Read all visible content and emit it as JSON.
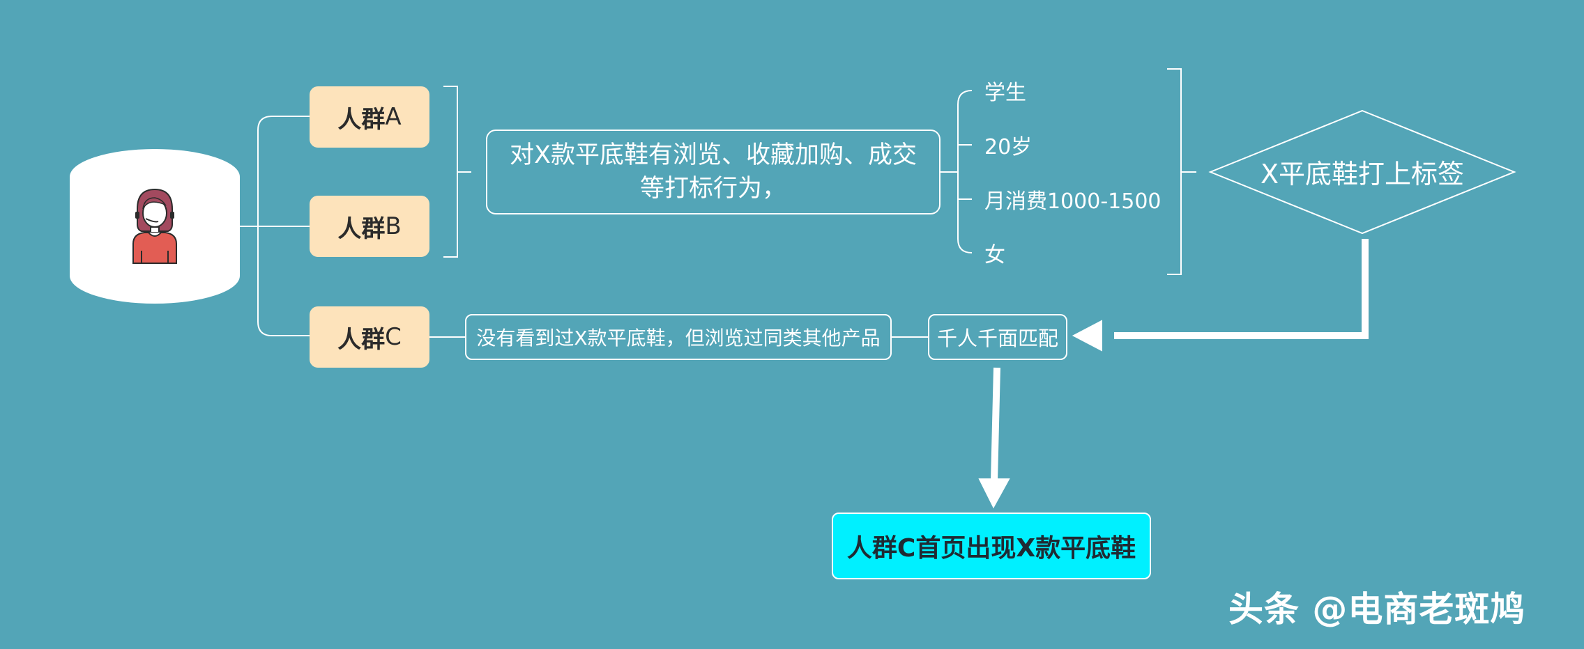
{
  "groups": {
    "a": {
      "prefix": "人群",
      "suffix": "A"
    },
    "b": {
      "prefix": "人群",
      "suffix": "B"
    },
    "c": {
      "prefix": "人群",
      "suffix": "C"
    }
  },
  "behavior_text": "对X款平底鞋有浏览、收藏加购、成交等打标行为，",
  "tags": [
    "学生",
    "20岁",
    "月消费1000-1500",
    "女"
  ],
  "diamond_label": "X平底鞋打上标签",
  "c_note": "没有看到过X款平底鞋，但浏览过同类其他产品",
  "match_label": "千人千面匹配",
  "result_label": "人群C首页出现X款平底鞋",
  "watermark": "头条 @电商老斑鸠",
  "colors": {
    "background": "#53a5b7",
    "group_fill": "#fde3bb",
    "result_fill": "#00f0ff",
    "line": "#ffffff"
  }
}
